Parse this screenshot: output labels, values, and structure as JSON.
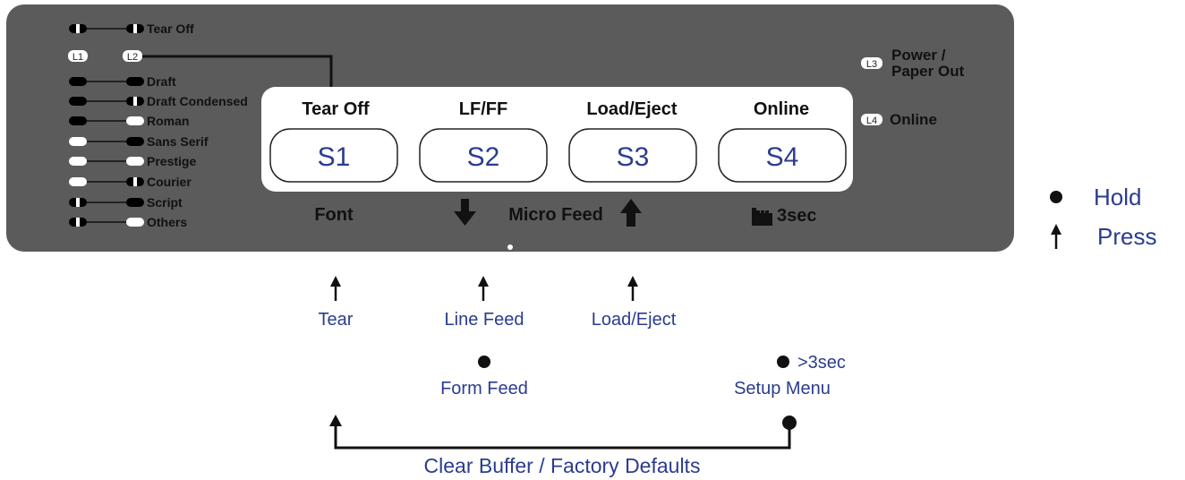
{
  "font_options": [
    {
      "name": "Tear Off",
      "l1": "alt",
      "l2": "alt"
    },
    {
      "name": "Draft",
      "l1": "on",
      "l2": "on"
    },
    {
      "name": "Draft Condensed",
      "l1": "on",
      "l2": "alt"
    },
    {
      "name": "Roman",
      "l1": "on",
      "l2": "off"
    },
    {
      "name": "Sans Serif",
      "l1": "off",
      "l2": "on"
    },
    {
      "name": "Prestige",
      "l1": "off",
      "l2": "off"
    },
    {
      "name": "Courier",
      "l1": "off",
      "l2": "alt"
    },
    {
      "name": "Script",
      "l1": "alt",
      "l2": "on"
    },
    {
      "name": "Others",
      "l1": "alt",
      "l2": "off"
    }
  ],
  "leds": {
    "l1": "L1",
    "l2": "L2",
    "l3": "L3",
    "l4": "L4"
  },
  "indicators": {
    "l3_line1": "Power /",
    "l3_line2": "Paper Out",
    "l4": "Online"
  },
  "buttons": [
    {
      "key": "S1",
      "title": "Tear Off"
    },
    {
      "key": "S2",
      "title": "LF/FF"
    },
    {
      "key": "S3",
      "title": "Load/Eject"
    },
    {
      "key": "S4",
      "title": "Online"
    }
  ],
  "below_panel": {
    "font": "Font",
    "micro_feed": "Micro Feed",
    "hold_time": "3sec"
  },
  "functions": {
    "tear": "Tear",
    "line_feed": "Line Feed",
    "load_eject": "Load/Eject",
    "form_feed": "Form Feed",
    "setup_menu": "Setup Menu",
    "setup_time": ">3sec",
    "clear": "Clear Buffer / Factory Defaults"
  },
  "legend": {
    "hold": "Hold",
    "press": "Press"
  },
  "colors": {
    "panel": "#5b5b5b",
    "key_text": "#2b3c8f",
    "led_on": "#000000",
    "led_off": "#ffffff"
  }
}
